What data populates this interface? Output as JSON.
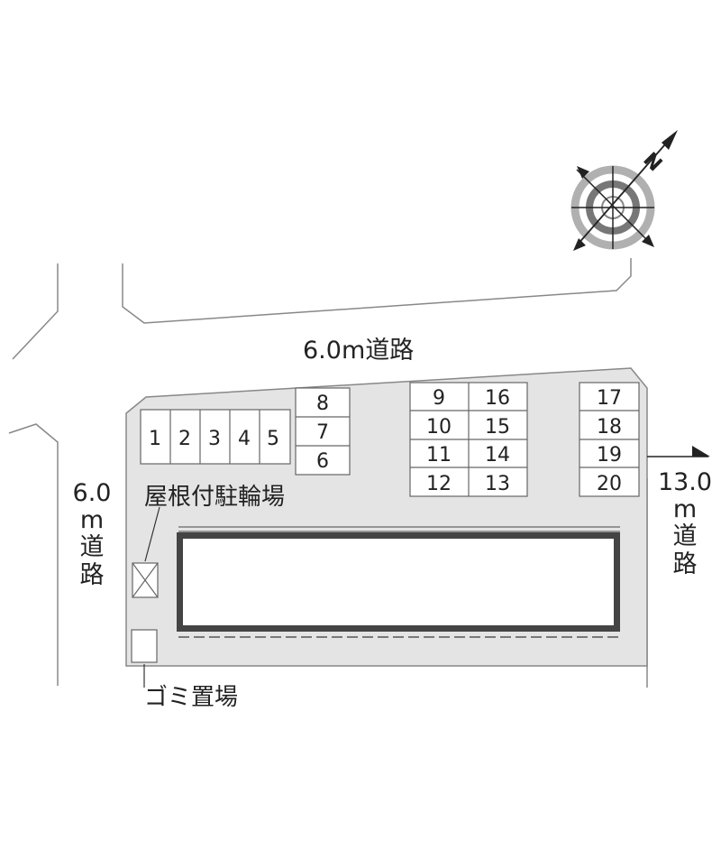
{
  "roads": {
    "top": "6.0m道路",
    "left": [
      "6.0",
      "m",
      "道",
      "路"
    ],
    "right": [
      "13.0",
      "m",
      "道",
      "路"
    ]
  },
  "labels": {
    "bicycle": "屋根付駐輪場",
    "garbage": "ゴミ置場"
  },
  "compass": {
    "north_label": "N"
  },
  "parking": {
    "row_left": [
      "1",
      "2",
      "3",
      "4",
      "5"
    ],
    "column_small": [
      "8",
      "7",
      "6"
    ],
    "block_center_left": [
      "9",
      "10",
      "11",
      "12"
    ],
    "block_center_right": [
      "16",
      "15",
      "14",
      "13"
    ],
    "block_right": [
      "17",
      "18",
      "19",
      "20"
    ]
  },
  "colors": {
    "lot": "#e4e4e4",
    "line": "#666666",
    "building": "#444444",
    "building_fill": "#ffffff"
  }
}
